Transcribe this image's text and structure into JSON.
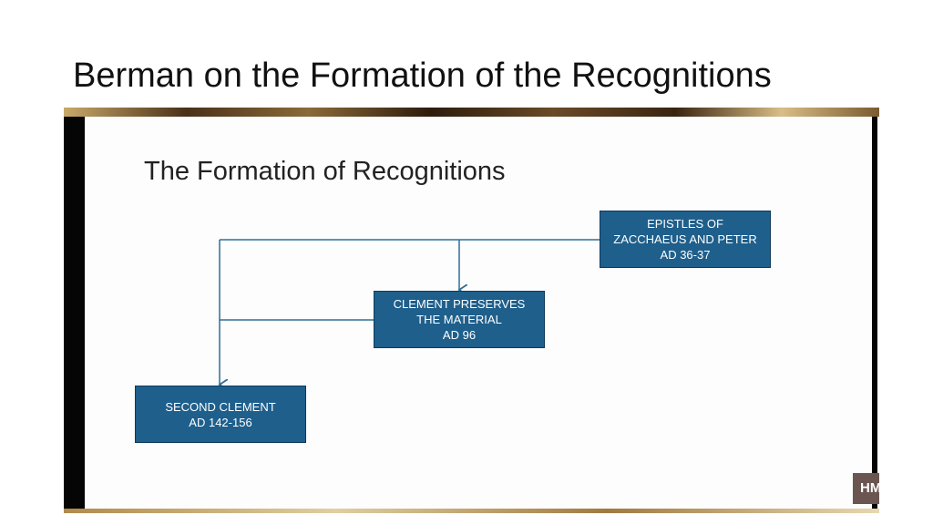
{
  "title": "Berman on the Formation of the Recognitions",
  "slide": {
    "title": "The Formation of Recognitions",
    "boxes": [
      {
        "lines": [
          "EPISTLES OF",
          "ZACCHAEUS AND PETER",
          "AD 36-37"
        ]
      },
      {
        "lines": [
          "CLEMENT PRESERVES",
          "THE MATERIAL",
          "AD 96"
        ]
      },
      {
        "lines": [
          "SECOND CLEMENT",
          "AD 142-156"
        ]
      }
    ]
  },
  "logo": "HM",
  "colors": {
    "box": "#1e5f8c",
    "line": "#2f6e93"
  }
}
